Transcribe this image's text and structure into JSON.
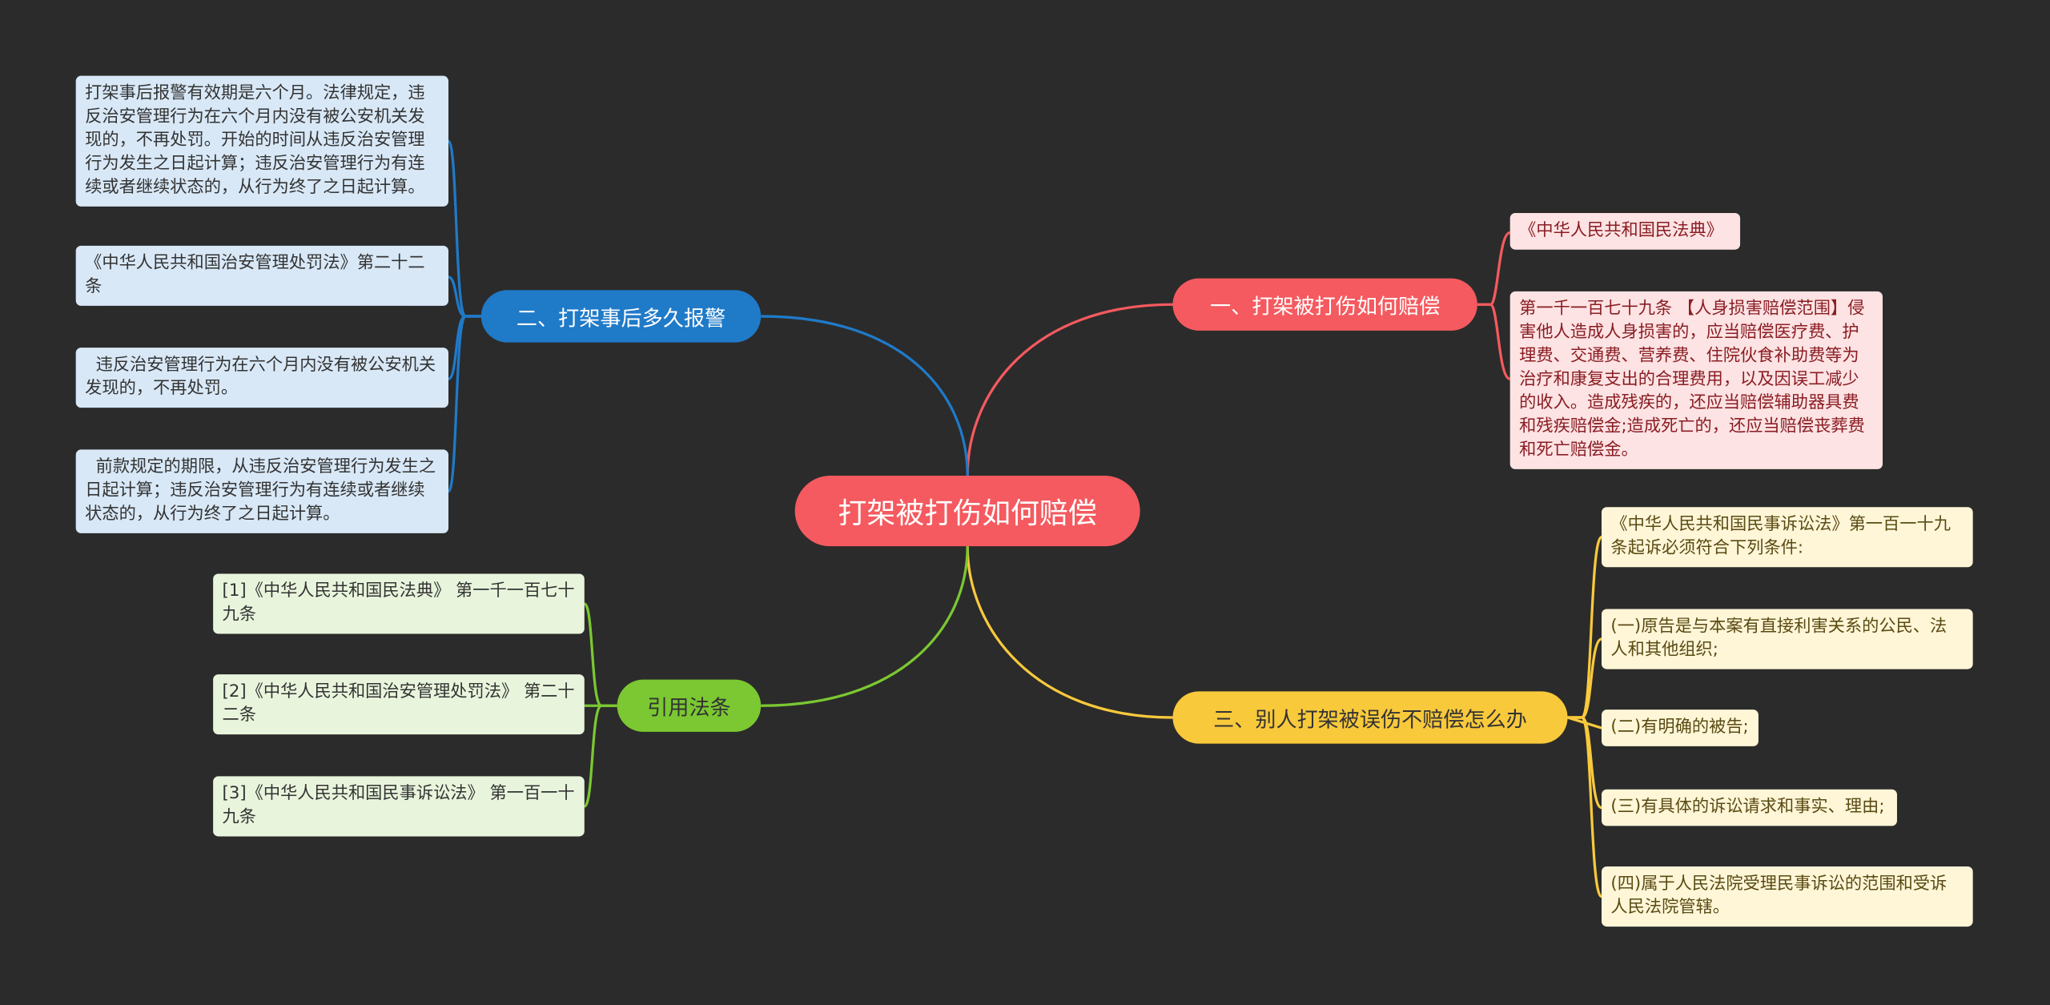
{
  "root": {
    "label": "打架被打伤如何赔偿"
  },
  "branches": {
    "compensation": {
      "label": "一、打架被打伤如何赔偿",
      "items": [
        "《中华人民共和国民法典》",
        "第一千一百七十九条 【人身损害赔偿范围】侵害他人造成人身损害的，应当赔偿医疗费、护理费、交通费、营养费、住院伙食补助费等为治疗和康复支出的合理费用，以及因误工减少的收入。造成残疾的，还应当赔偿辅助器具费和残疾赔偿金;造成死亡的，还应当赔偿丧葬费和死亡赔偿金。"
      ]
    },
    "report": {
      "label": "二、打架事后多久报警",
      "items": [
        "打架事后报警有效期是六个月。法律规定，违反治安管理行为在六个月内没有被公安机关发现的，不再处罚。开始的时间从违反治安管理行为发生之日起计算；违反治安管理行为有连续或者继续状态的，从行为终了之日起计算。",
        "《中华人民共和国治安管理处罚法》第二十二条",
        "  违反治安管理行为在六个月内没有被公安机关发现的，不再处罚。",
        "  前款规定的期限，从违反治安管理行为发生之日起计算；违反治安管理行为有连续或者继续状态的，从行为终了之日起计算。"
      ]
    },
    "no_pay": {
      "label": "三、别人打架被误伤不赔偿怎么办",
      "items": [
        "《中华人民共和国民事诉讼法》第一百一十九条起诉必须符合下列条件:",
        "(一)原告是与本案有直接利害关系的公民、法人和其他组织;",
        "(二)有明确的被告;",
        "(三)有具体的诉讼请求和事实、理由;",
        "(四)属于人民法院受理民事诉讼的范围和受诉人民法院管辖。"
      ]
    },
    "laws": {
      "label": "引用法条",
      "items": [
        "[1]《中华人民共和国民法典》 第一千一百七十九条",
        "[2]《中华人民共和国治安管理处罚法》 第二十二条",
        "[3]《中华人民共和国民事诉讼法》 第一百一十九条"
      ]
    }
  },
  "colors": {
    "background": "#2b2b2b",
    "red": "#f45a5f",
    "blue": "#1f7ac8",
    "yellow": "#f9c93c",
    "green": "#7bc832"
  }
}
